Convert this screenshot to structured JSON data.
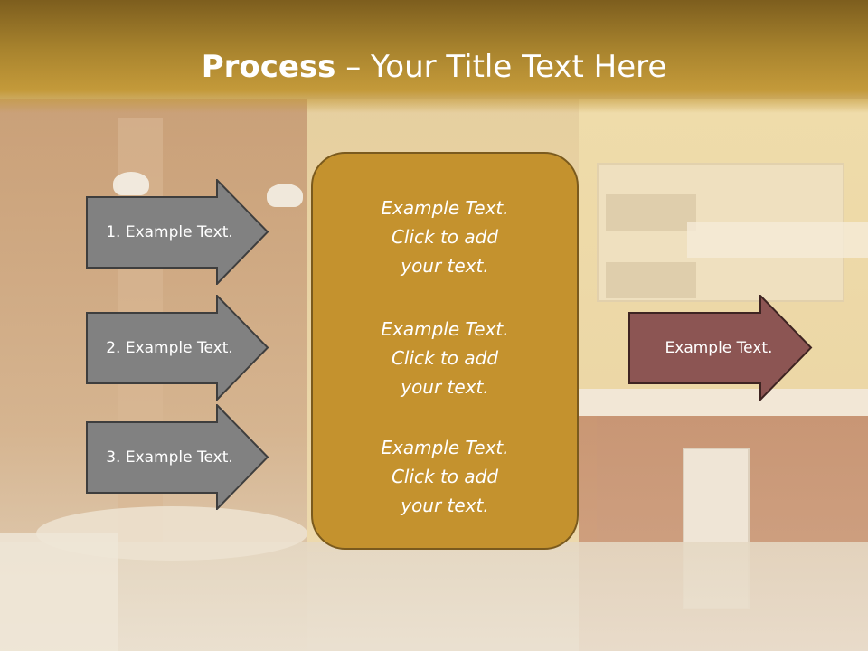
{
  "slide": {
    "title_bold": "Process",
    "title_rest": " – Your Title Text Here"
  },
  "arrows_left": [
    {
      "label": "1. Example Text."
    },
    {
      "label": "2. Example Text."
    },
    {
      "label": "3. Example Text."
    }
  ],
  "center_box": {
    "blocks": [
      "Example Text.\nClick  to add\nyour text.",
      "Example Text.\nClick  to add\nyour text.",
      "Example Text.\nClick  to add\nyour text."
    ]
  },
  "arrow_right": {
    "label": "Example Text."
  },
  "colors": {
    "title_band": "#a9842e",
    "arrow_gray": "#818181",
    "arrow_right": "#8c5553",
    "center_box": "#c4922e"
  }
}
